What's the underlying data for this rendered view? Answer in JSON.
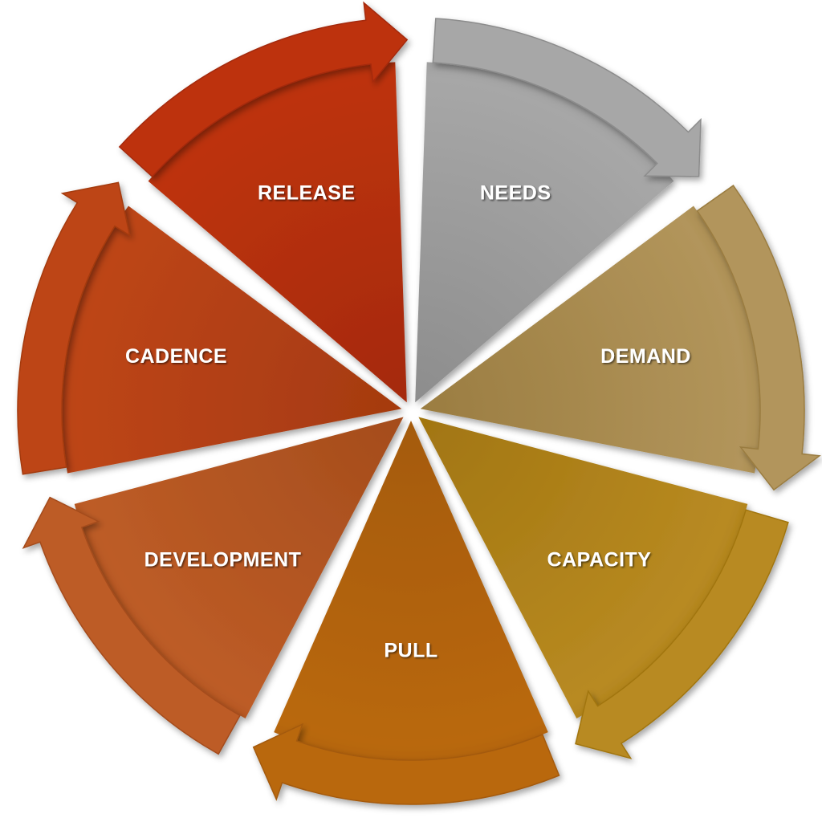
{
  "diagram": {
    "segments": [
      {
        "label": "NEEDS",
        "color": "#a7a7a7",
        "dark": "#8c8c8c"
      },
      {
        "label": "DEMAND",
        "color": "#b2955b",
        "dark": "#9a7c40"
      },
      {
        "label": "CAPACITY",
        "color": "#b88a22",
        "dark": "#a17510"
      },
      {
        "label": "PULL",
        "color": "#b9680f",
        "dark": "#a45a0c"
      },
      {
        "label": "DEVELOPMENT",
        "color": "#bd5c26",
        "dark": "#a44c1c"
      },
      {
        "label": "CADENCE",
        "color": "#bd4517",
        "dark": "#a43a10"
      },
      {
        "label": "RELEASE",
        "color": "#bd3310",
        "dark": "#a4290a"
      }
    ]
  }
}
